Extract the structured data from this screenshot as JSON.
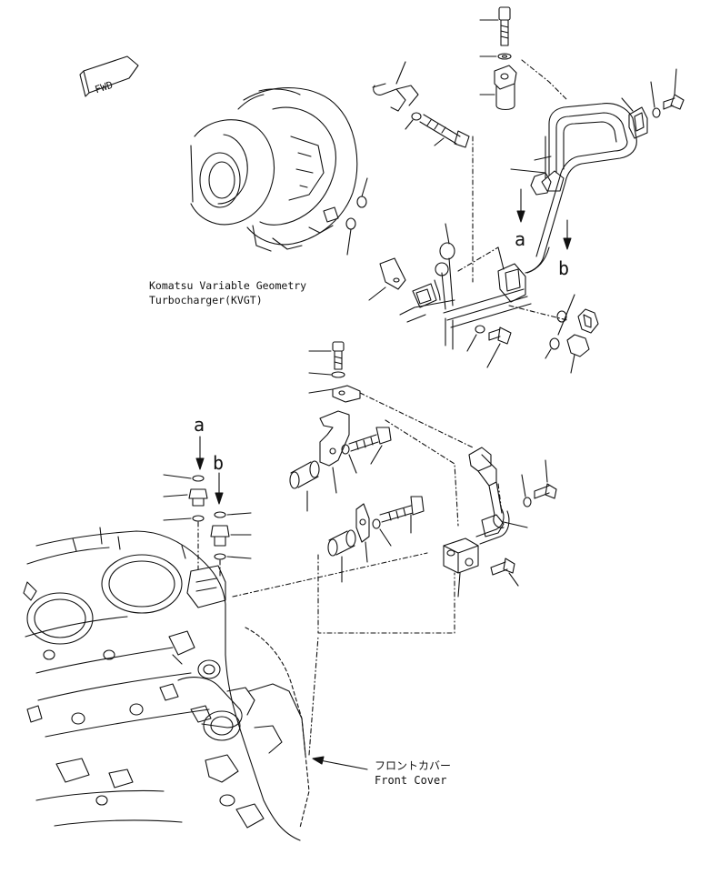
{
  "annotations": {
    "fwd": "FWD",
    "kvgt_line1": "Komatsu Variable Geometry",
    "kvgt_line2": "Turbocharger(KVGT)",
    "front_cover_jp": "フロントカバー",
    "front_cover_en": "Front Cover"
  },
  "connection_markers": {
    "a_top": "a",
    "b_top": "b",
    "a_bottom": "a",
    "b_bottom": "b"
  },
  "colors": {
    "ink": "#111111",
    "background": "#ffffff"
  }
}
